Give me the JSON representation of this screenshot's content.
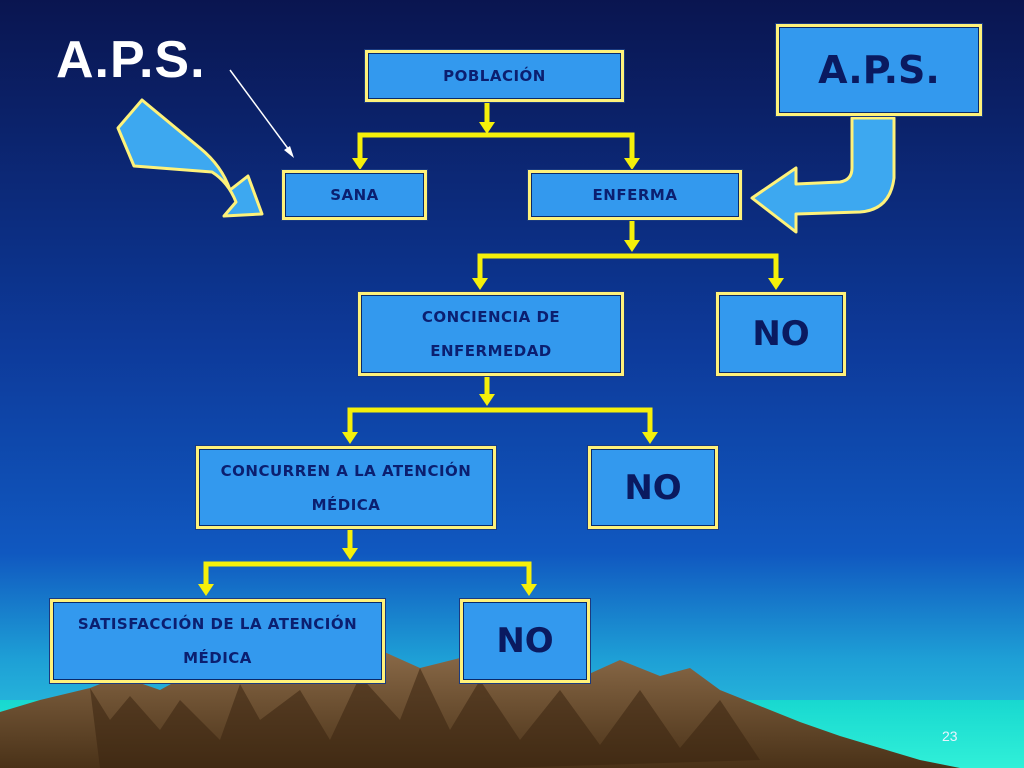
{
  "slide": {
    "title": "A.P.S.",
    "page_number": "23"
  },
  "diagram": {
    "aps_box": "A.P.S.",
    "poblacion": "POBLACIÓN",
    "sana": "SANA",
    "enferma": "ENFERMA",
    "conciencia_line1": "CONCIENCIA DE",
    "conciencia_line2": "ENFERMEDAD",
    "no_1": "NO",
    "concurren_line1": "CONCURREN A LA ATENCIÓN",
    "concurren_line2": "MÉDICA",
    "no_2": "NO",
    "satisfaccion_line1": "SATISFACCIÓN DE LA ATENCIÓN",
    "satisfaccion_line2": "MÉDICA",
    "no_3": "NO"
  },
  "colors": {
    "sky_top": "#0a1550",
    "sky_mid": "#0d3fa0",
    "horizon": "#2cc2d8",
    "box_fill": "#3399ee",
    "box_border": "#fff27a",
    "connector": "#f5f00a",
    "arrow_fill": "#3da8f0",
    "mountain": "#6b4a2a",
    "sea": "#20e8d0"
  }
}
